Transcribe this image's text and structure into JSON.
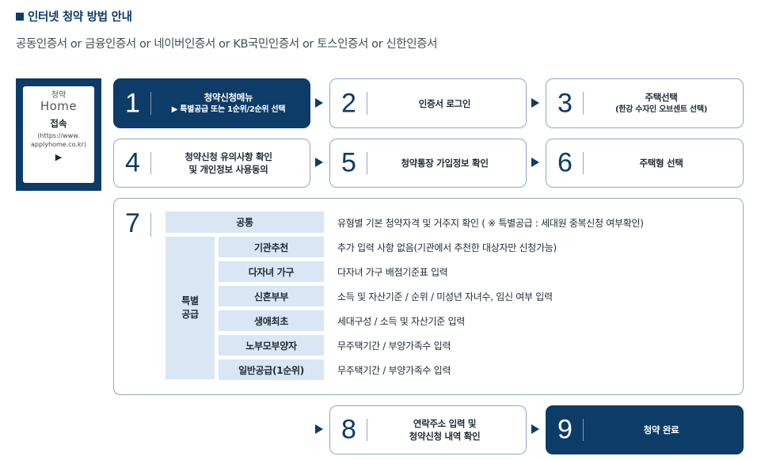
{
  "header": {
    "title": "인터넷 청약 방법 안내",
    "subtitle": "공동인증서 or 금융인증서 or 네이버인증서 or KB국민인증서 or 토스인증서 or 신한인증서"
  },
  "home_card": {
    "logo_ko": "청약",
    "logo_en": "Home",
    "connect": "접속",
    "url_line1": "(https://www.",
    "url_line2": "applyhome.co.kr)",
    "arrow": "▶"
  },
  "steps": [
    {
      "num": "1",
      "line1": "청약신청메뉴",
      "line2": "▶ 특별공급 또는 1순위/2순위 선택"
    },
    {
      "num": "2",
      "line1": "인증서 로그인",
      "line2": ""
    },
    {
      "num": "3",
      "line1": "주택선택",
      "line2": "(한강 수자인 오브센트 선택)"
    },
    {
      "num": "4",
      "line1": "청약신청 유의사항 확인",
      "line2": "및 개인정보 사용동의"
    },
    {
      "num": "5",
      "line1": "청약통장 가입정보 확인",
      "line2": ""
    },
    {
      "num": "6",
      "line1": "주택형 선택",
      "line2": ""
    },
    {
      "num": "8",
      "line1": "연락주소 입력 및",
      "line2": "청약신청 내역 확인"
    },
    {
      "num": "9",
      "line1": "청약 완료",
      "line2": ""
    }
  ],
  "step7": {
    "num": "7",
    "common": {
      "label": "공통",
      "desc": "유형별 기본 청약자격 및 거주지 확인 ( ※ 특별공급 : 세대원 중복신청 여부확인)"
    },
    "special_label_line1": "특별",
    "special_label_line2": "공급",
    "special_rows": [
      {
        "label": "기관추천",
        "desc": "추가 입력 사항 없음(기관에서 추천한 대상자만 신청가능)"
      },
      {
        "label": "다자녀 가구",
        "desc": "다자녀 가구 배점기준표 입력"
      },
      {
        "label": "신혼부부",
        "desc": "소득 및 자산기준 / 순위 / 미성년 자녀수, 임신 여부 입력"
      },
      {
        "label": "생애최초",
        "desc": "세대구성 / 소득 및 자산기준 입력"
      },
      {
        "label": "노부모부양자",
        "desc": "무주택기간 / 부양가족수 입력"
      },
      {
        "label": "일반공급(1순위)",
        "desc": "무주택기간 / 부양가족수 입력"
      }
    ]
  },
  "colors": {
    "navy": "#0d3c68",
    "light_blue": "#d9e6f3",
    "border": "#93a9bf"
  }
}
